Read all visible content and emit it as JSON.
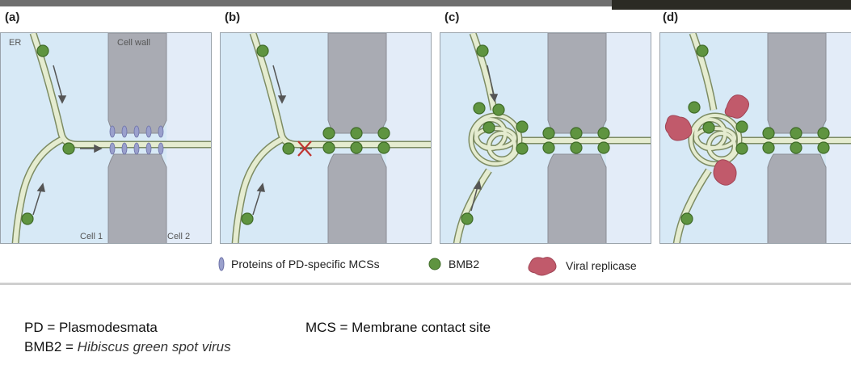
{
  "panels": [
    {
      "label": "(a)"
    },
    {
      "label": "(b)"
    },
    {
      "label": "(c)"
    },
    {
      "label": "(d)"
    }
  ],
  "panel_a_labels": {
    "er": "ER",
    "cell_wall": "Cell wall",
    "cell1": "Cell 1",
    "cell2": "Cell 2"
  },
  "legend": {
    "proteins": "Proteins of PD-specific MCSs",
    "bmb2": "BMB2",
    "replicase": "Viral replicase"
  },
  "notes": {
    "pd": "PD = Plasmodesmata",
    "mcs": "MCS = Membrane contact site",
    "bmb2_prefix": "BMB2 = ",
    "bmb2_value": "Hibiscus green spot virus"
  },
  "colors": {
    "cell_bg": "#d7e9f6",
    "cell2_bg": "#e3ecf8",
    "wall": "#a9abb3",
    "er_fill": "#e5ecd0",
    "er_stroke": "#7d8c63",
    "bmb2": "#5f9440",
    "protein": "#9aa0cc",
    "replicase": "#c15a6b"
  }
}
